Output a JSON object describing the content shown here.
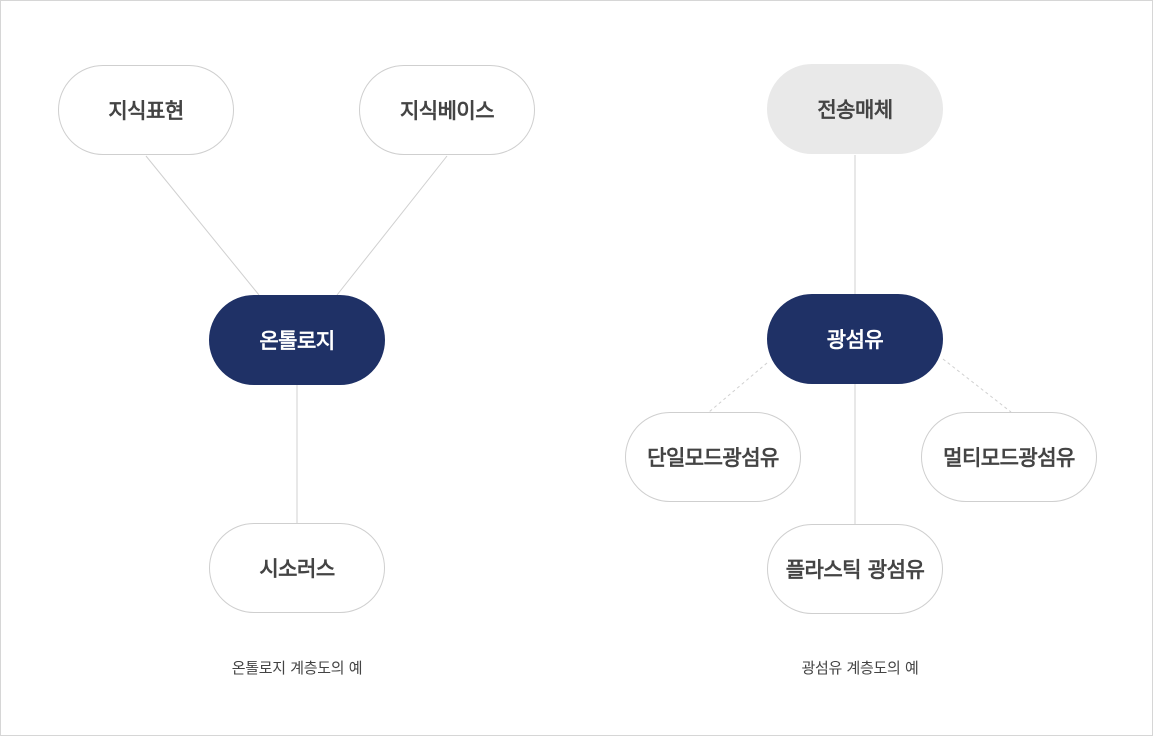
{
  "diagrams": [
    {
      "caption": "온톨로지 계층도의 예",
      "nodes": {
        "knowledge_representation": "지식표현",
        "knowledge_base": "지식베이스",
        "ontology": "온톨로지",
        "thesaurus": "시소러스"
      }
    },
    {
      "caption": "광섬유 계층도의 예",
      "nodes": {
        "transmission_media": "전송매체",
        "optical_fiber": "광섬유",
        "single_mode_fiber": "단일모드광섬유",
        "multi_mode_fiber": "멀티모드광섬유",
        "plastic_fiber": "플라스틱 광섬유"
      }
    }
  ],
  "colors": {
    "dark_node": "#1f3166",
    "gray_node": "#e9e9e9",
    "border": "#cfcfcf",
    "line": "#d0d0d0"
  }
}
